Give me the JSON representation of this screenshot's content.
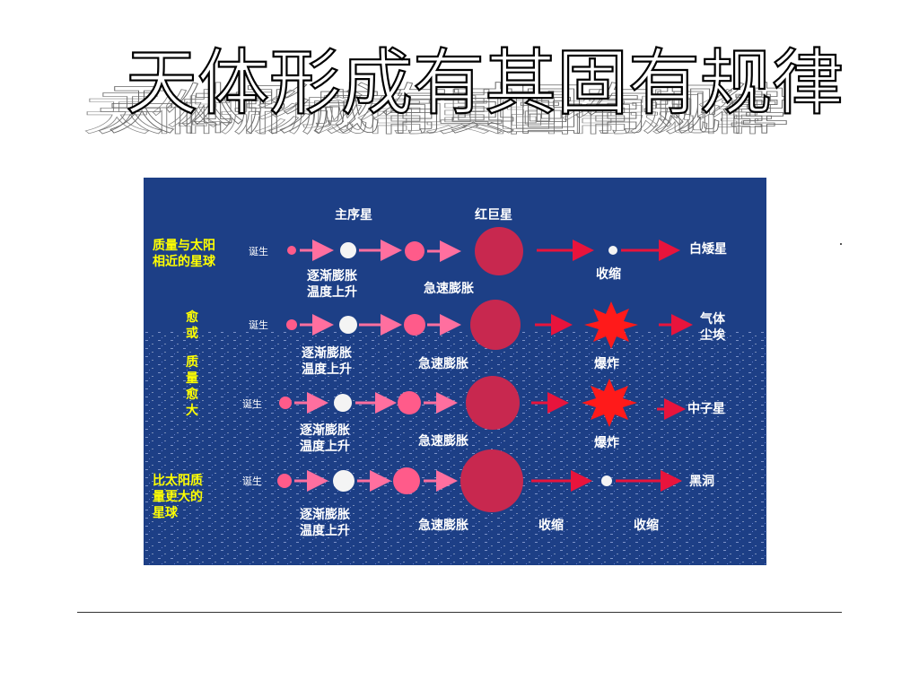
{
  "title": "天体形成有其固有规律",
  "header": {
    "main_sequence": "主序星",
    "red_giant": "红巨星"
  },
  "rows": [
    {
      "label": "质量与太阳相近的星球",
      "label_lines": [
        "质量与太阳",
        "相近的星球"
      ],
      "birth": "诞生",
      "gradual": [
        "逐渐膨胀",
        "温度上升"
      ],
      "rapid": "急速膨胀",
      "stage": "收缩",
      "end": "白矮星"
    },
    {
      "birth": "诞生",
      "gradual": [
        "逐渐膨胀",
        "温度上升"
      ],
      "rapid": "急速膨胀",
      "stage": "爆炸",
      "end_lines": [
        "气体",
        "尘埃"
      ]
    },
    {
      "birth": "诞生",
      "gradual": [
        "逐渐膨胀",
        "温度上升"
      ],
      "rapid": "急速膨胀",
      "stage": "爆炸",
      "end": "中子星"
    },
    {
      "label": "比太阳质量更大的星球",
      "label_lines": [
        "比太阳质",
        "量更大的",
        "星球"
      ],
      "birth": "诞生",
      "gradual": [
        "逐渐膨胀",
        "温度上升"
      ],
      "rapid": "急速膨胀",
      "stage": "收缩",
      "stage2": "收缩",
      "end": "黑洞"
    }
  ],
  "side_note": [
    "(",
    "愈",
    "或",
    "…",
    "质",
    "量",
    "愈",
    "大",
    ")"
  ],
  "colors": {
    "background": "#1d3f86",
    "label_yellow": "#ffff00",
    "star_pink": "#ff5b8a",
    "red_giant": "#c8284f",
    "arrow_pink": "#ff6f9f",
    "arrow_red": "#e8143c",
    "explosion": "#ff1a1a"
  }
}
